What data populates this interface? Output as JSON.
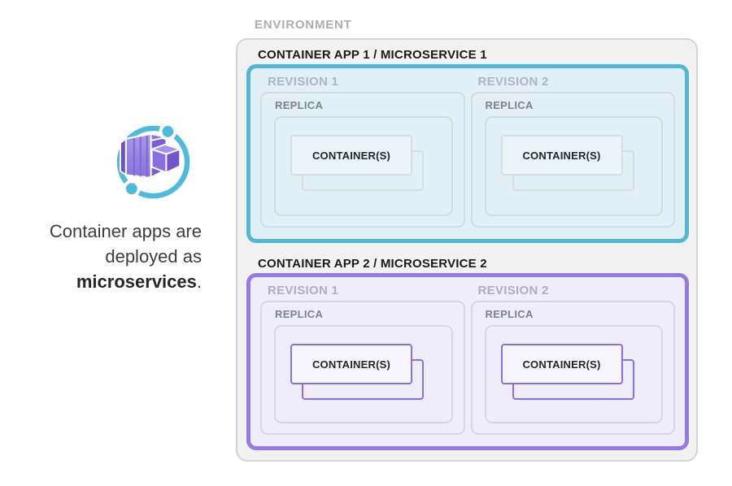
{
  "caption": {
    "line1": "Container apps are",
    "line2": "deployed as",
    "bold": "microservices",
    "suffix": "."
  },
  "icon": {
    "name": "azure-container-apps-icon",
    "orbit_color": "#4ebbdb",
    "box_color": "#8672db"
  },
  "environment": {
    "label": "ENVIRONMENT",
    "background": "#f2f2f2",
    "border_color": "#d5d5d5",
    "apps": [
      {
        "title": "CONTAINER APP 1 / MICROSERVICE 1",
        "theme": "teal",
        "border_color": "#53b6d3",
        "background": "#e1f0f6",
        "revisions": [
          {
            "label": "REVISION 1",
            "replica_label": "REPLICA",
            "containers_label": "CONTAINER(S)"
          },
          {
            "label": "REVISION 2",
            "replica_label": "REPLICA",
            "containers_label": "CONTAINER(S)"
          }
        ]
      },
      {
        "title": "CONTAINER APP 2 / MICROSERVICE 2",
        "theme": "purple",
        "border_color": "#9778e4",
        "background": "#f0edfa",
        "revisions": [
          {
            "label": "REVISION 1",
            "replica_label": "REPLICA",
            "containers_label": "CONTAINER(S)"
          },
          {
            "label": "REVISION 2",
            "replica_label": "REPLICA",
            "containers_label": "CONTAINER(S)"
          }
        ]
      }
    ]
  }
}
